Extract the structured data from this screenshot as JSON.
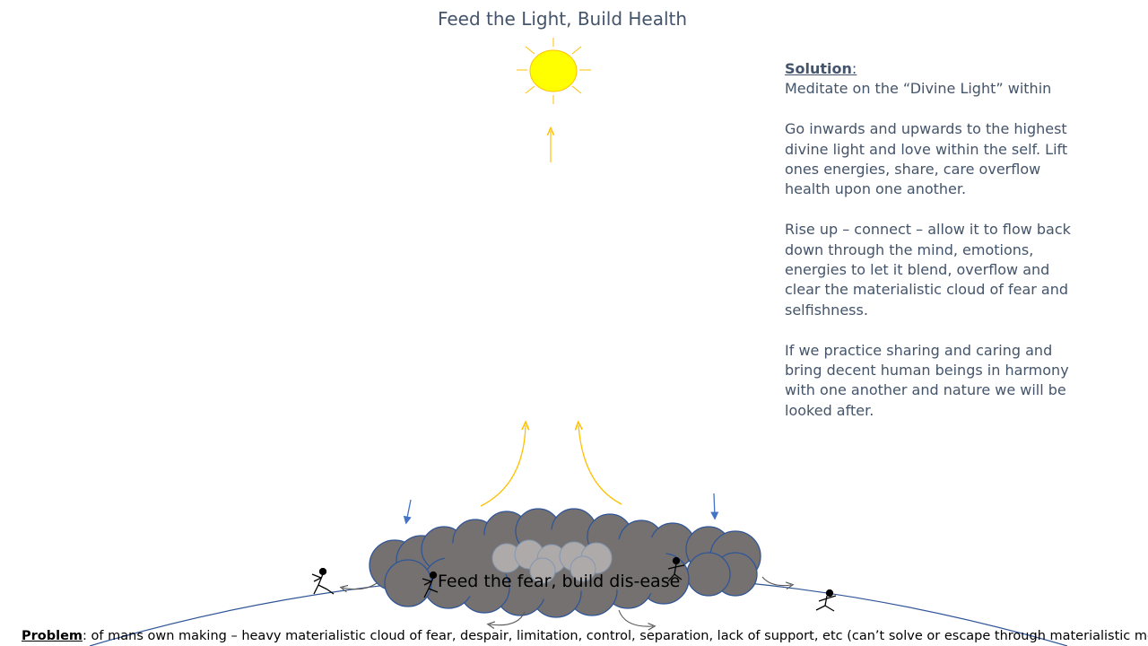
{
  "title": "Feed the Light, Build Health",
  "solution": {
    "heading": "Solution",
    "heading_suffix": ":",
    "line1": "Meditate on the “Divine Light” within",
    "para1": "Go inwards and upwards to the highest divine light and love within the self.   Lift ones energies, share, care overflow health upon one another.",
    "para2": "Rise up – connect – allow it to flow back down through the mind, emotions, energies to let it blend, overflow and clear the materialistic cloud of fear and selfishness.",
    "para3": "If we practice sharing and caring and bring decent human beings in harmony with one another and nature we will be looked after."
  },
  "cloud_label": "Feed the fear, build dis-ease",
  "problem": {
    "heading": "Problem",
    "text": ": of mans own making – heavy materialistic cloud of fear, despair, limitation, control, separation, lack of support, etc (can’t solve or escape through materialistic means)"
  },
  "icons": {
    "sun": "sun-icon",
    "figures": "stick-figure-icon"
  },
  "colors": {
    "text": "#44546a",
    "sun_fill": "#ffff00",
    "sun_stroke": "#ffc000",
    "arrow_gold": "#ffc000",
    "arrow_blue": "#4472c4",
    "cloud_dark": "#757171",
    "cloud_light": "#aeaaaa",
    "earth_line": "#2f5597"
  }
}
